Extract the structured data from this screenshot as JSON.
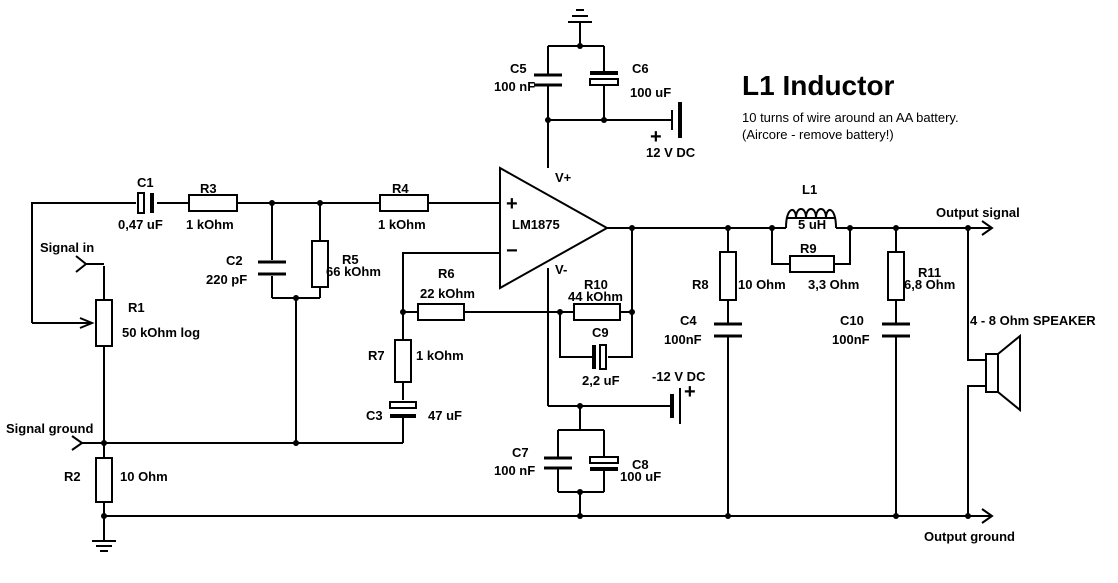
{
  "title": "L1 Inductor",
  "notes": [
    "10 turns of wire around an AA battery.",
    "(Aircore - remove battery!)"
  ],
  "components": {
    "C1": {
      "name": "C1",
      "value": "0,47 uF"
    },
    "R3": {
      "name": "R3",
      "value": "1 kOhm"
    },
    "R4": {
      "name": "R4",
      "value": "1 kOhm"
    },
    "C2": {
      "name": "C2",
      "value": "220 pF"
    },
    "R5": {
      "name": "R5",
      "value": "66 kOhm"
    },
    "R1": {
      "name": "R1",
      "value": "50 kOhm log"
    },
    "R2": {
      "name": "R2",
      "value": "10 Ohm"
    },
    "R6": {
      "name": "R6",
      "value": "22 kOhm"
    },
    "R7": {
      "name": "R7",
      "value": "1 kOhm"
    },
    "C3": {
      "name": "C3",
      "value": "47 uF"
    },
    "R10": {
      "name": "R10",
      "value": "44 kOhm"
    },
    "C9": {
      "name": "C9",
      "value": "2,2 uF"
    },
    "C5": {
      "name": "C5",
      "value": "100 nF"
    },
    "C6": {
      "name": "C6",
      "value": "100 uF"
    },
    "C7": {
      "name": "C7",
      "value": "100 nF"
    },
    "C8": {
      "name": "C8",
      "value": "100 uF"
    },
    "L1": {
      "name": "L1",
      "value": "5 uH"
    },
    "R9": {
      "name": "R9",
      "value": "3,3 Ohm"
    },
    "R8": {
      "name": "R8",
      "value": "10 Ohm"
    },
    "C4": {
      "name": "C4",
      "value": "100nF"
    },
    "R11": {
      "name": "R11",
      "value": "6,8 Ohm"
    },
    "C10": {
      "name": "C10",
      "value": "100nF"
    },
    "U1": {
      "name": "LM1875",
      "vplus": "V+",
      "vminus": "V-",
      "plus": "+",
      "minus": "−"
    }
  },
  "supplies": {
    "pos": "12 V DC",
    "neg": "-12 V DC",
    "plus_sign": "+"
  },
  "labels": {
    "signal_in": "Signal in",
    "signal_ground": "Signal ground",
    "output_signal": "Output signal",
    "output_ground": "Output ground",
    "speaker": "4 - 8 Ohm SPEAKER"
  }
}
